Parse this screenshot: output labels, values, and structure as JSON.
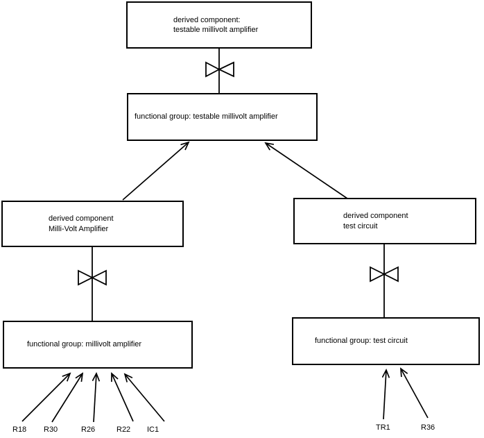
{
  "diagram": {
    "boxes": {
      "top_derived": {
        "line1": "derived component:",
        "line2": "testable millivolt amplifier"
      },
      "top_functional": {
        "label": "functional group: testable millivolt amplifier"
      },
      "left_derived": {
        "line1": "derived component",
        "line2": "Milli-Volt Amplifier"
      },
      "left_functional": {
        "label": "functional group: millivolt amplifier"
      },
      "right_derived": {
        "line1": "derived component",
        "line2": "test circuit"
      },
      "right_functional": {
        "label": "functional group: test circuit"
      }
    },
    "components": {
      "left": [
        "R18",
        "R30",
        "R26",
        "R22",
        "IC1"
      ],
      "right": [
        "TR1",
        "R36"
      ]
    },
    "colors": {
      "line": "#000000",
      "background": "#ffffff"
    }
  }
}
